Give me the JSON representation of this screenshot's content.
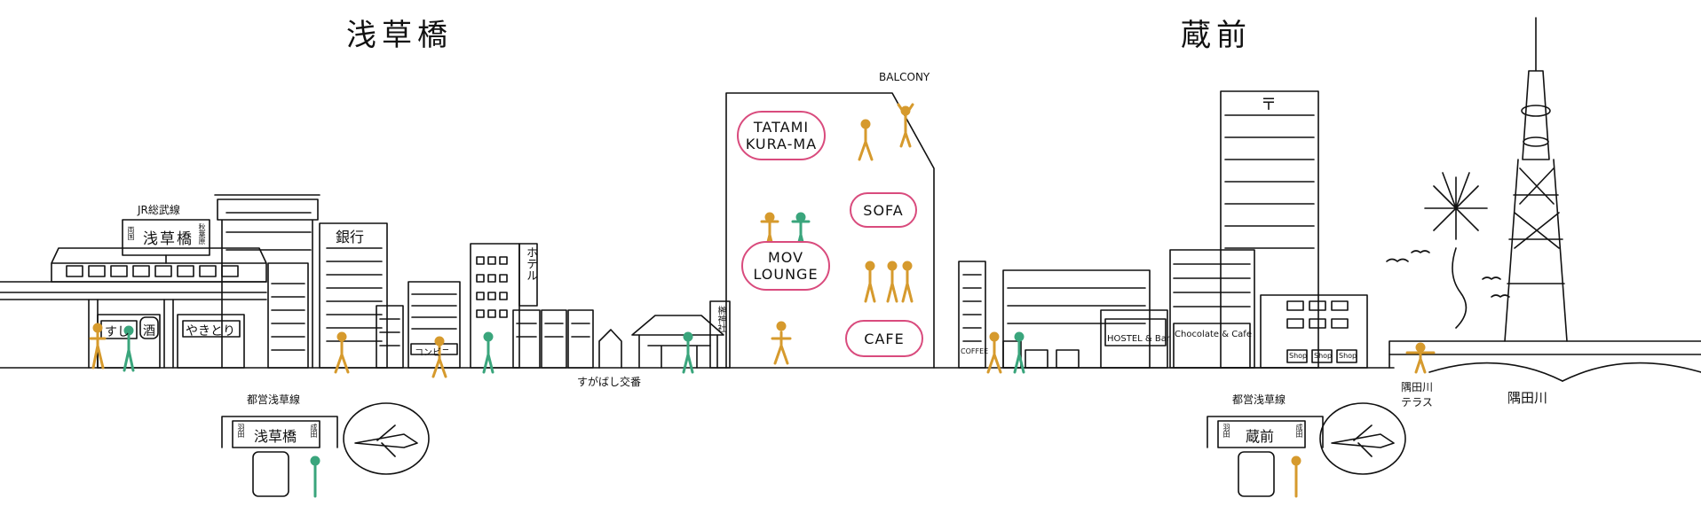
{
  "areas": {
    "left": "浅草橋",
    "right": "蔵前"
  },
  "labels": {
    "balcony": "BALCONY",
    "jr_line": "JR総武線",
    "toei_line_left": "都営浅草線",
    "toei_line_right": "都営浅草線",
    "bank": "銀行",
    "hotel": "ホテル",
    "konbini": "コンビニ",
    "sushi": "すし",
    "sake": "酒",
    "yakitori": "やきとり",
    "shrine": "榊神社",
    "sugabashi": "すがばし交番",
    "coffee": "COFFEE",
    "hostel": "HOSTEL & Bar",
    "chocolate": "Chocolate & Cafe",
    "shop": "Shop",
    "river_terrace": "隅田川\nテラス",
    "river": "隅田川",
    "post_mark": "〒"
  },
  "lounges": {
    "tatami": "TATAMI\nKURA-MA",
    "sofa": "SOFA",
    "mov": "MOV\nLOUNGE",
    "cafe": "CAFE"
  },
  "jr_sign": {
    "name": "浅草橋",
    "left": "両国",
    "right": "秋葉原"
  },
  "subway_left": {
    "name": "浅草橋",
    "left": "羽田",
    "right": "成田"
  },
  "subway_right": {
    "name": "蔵前",
    "left": "羽田",
    "right": "成田"
  },
  "colors": {
    "line": "#111111",
    "accent_people": "#d69a2d",
    "accent_green": "#3aa57c",
    "pink": "#d94b7d"
  }
}
